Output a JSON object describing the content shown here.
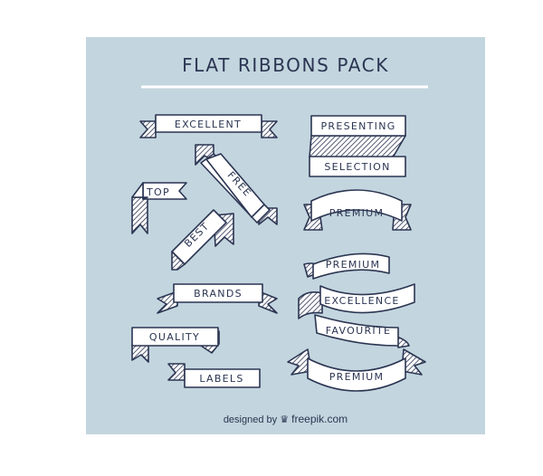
{
  "title": "FLAT RIBBONS PACK",
  "ribbons": {
    "excellent": "EXCELLENT",
    "top": "TOP",
    "free": "FREE",
    "best": "BEST",
    "brands": "BRANDS",
    "quality": "QUALITY",
    "labels": "LABELS",
    "presenting": "PRESENTING",
    "selection": "SELECTION",
    "premium_arc": "PREMIUM",
    "premium_wave": "PREMIUM",
    "excellence": "EXCELLENCE",
    "favourite": "FAVOURITE",
    "premium_bottom": "PREMIUM"
  },
  "credit": {
    "prefix": "designed by",
    "brand": "freepik.com",
    "icon": "crown-icon"
  },
  "colors": {
    "background": "#c3d5de",
    "ink": "#2b3552",
    "ribbon": "#ffffff"
  }
}
